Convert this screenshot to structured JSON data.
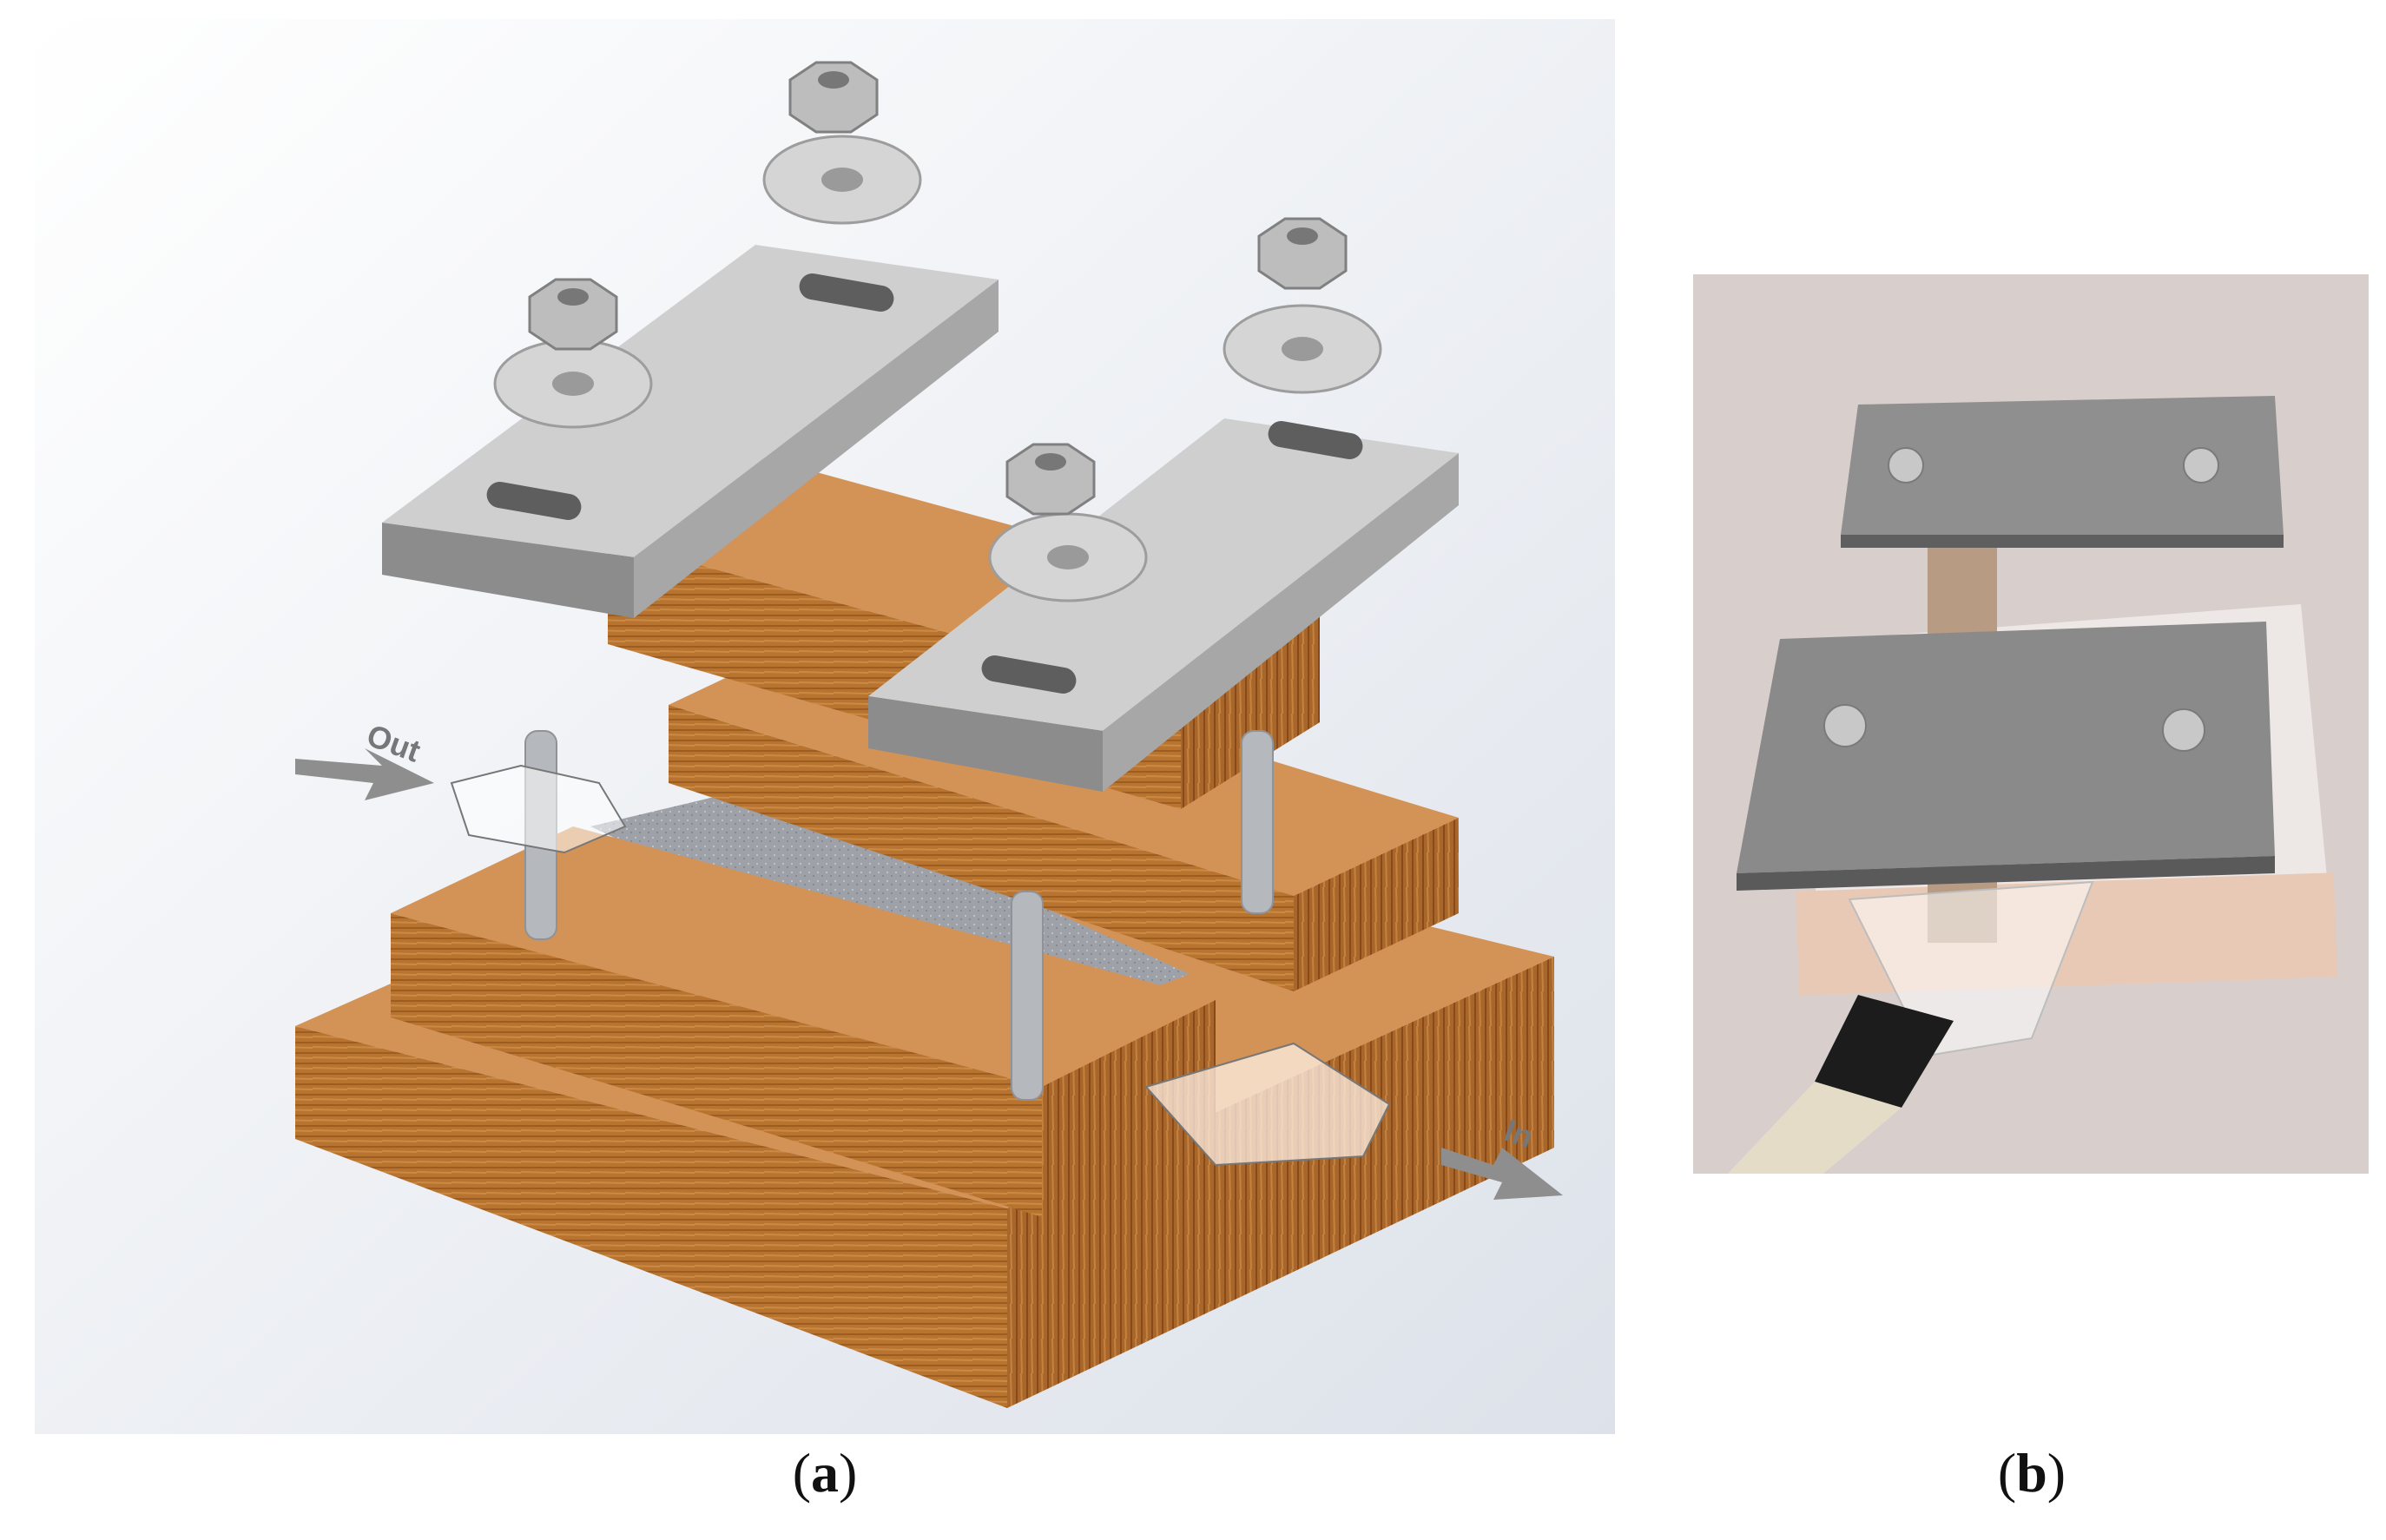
{
  "panels": [
    {
      "id": "a",
      "caption_open": "(",
      "caption_letter": "a",
      "caption_close": ")"
    },
    {
      "id": "b",
      "caption_open": "(",
      "caption_letter": "b",
      "caption_close": ")"
    }
  ],
  "cad": {
    "out_label": "Out",
    "in_label": "In"
  },
  "colors": {
    "wood": "#b8742f",
    "wood_dark": "#8a4f1c",
    "wood_light": "#d39256",
    "steel": "#b9b9b9",
    "steel_dark": "#8c8c8c",
    "steel_top": "#cfcfcf",
    "background_top": "#ffffff",
    "background_bottom": "#dfe3ea",
    "photo_bg": "#d8cfcd"
  }
}
